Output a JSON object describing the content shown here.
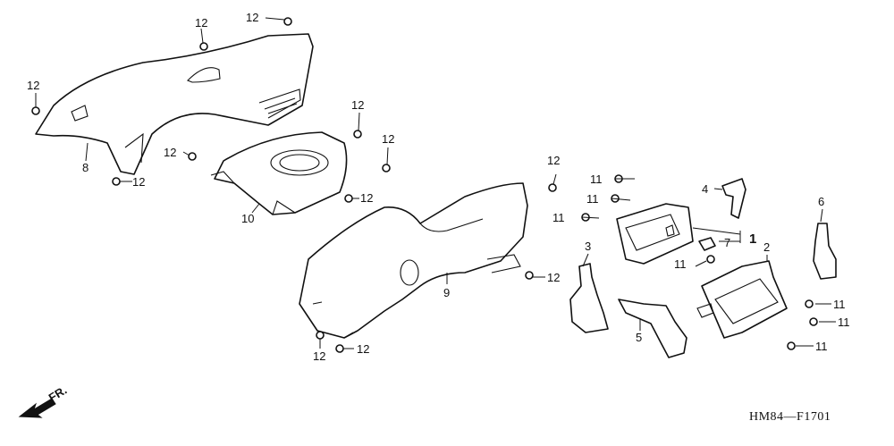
{
  "diagram": {
    "code": "HM84—F1701",
    "direction_label": "FR.",
    "callouts": [
      {
        "id": "c12a",
        "text": "12"
      },
      {
        "id": "c12b",
        "text": "12"
      },
      {
        "id": "c12c",
        "text": "12"
      },
      {
        "id": "c12d",
        "text": "12"
      },
      {
        "id": "c12e",
        "text": "12"
      },
      {
        "id": "c12f",
        "text": "12"
      },
      {
        "id": "c12g",
        "text": "12"
      },
      {
        "id": "c12h",
        "text": "12"
      },
      {
        "id": "c12i",
        "text": "12"
      },
      {
        "id": "c12j",
        "text": "12"
      },
      {
        "id": "c12k",
        "text": "12"
      },
      {
        "id": "c12l",
        "text": "12"
      },
      {
        "id": "c8",
        "text": "8"
      },
      {
        "id": "c10",
        "text": "10"
      },
      {
        "id": "c9",
        "text": "9"
      },
      {
        "id": "c11a",
        "text": "11"
      },
      {
        "id": "c11b",
        "text": "11"
      },
      {
        "id": "c11c",
        "text": "11"
      },
      {
        "id": "c11d",
        "text": "11"
      },
      {
        "id": "c11e",
        "text": "11"
      },
      {
        "id": "c11f",
        "text": "11"
      },
      {
        "id": "c11g",
        "text": "11"
      },
      {
        "id": "c4",
        "text": "4"
      },
      {
        "id": "c7",
        "text": "7"
      },
      {
        "id": "c1",
        "text": "1"
      },
      {
        "id": "c6",
        "text": "6"
      },
      {
        "id": "c3",
        "text": "3"
      },
      {
        "id": "c2",
        "text": "2"
      },
      {
        "id": "c5",
        "text": "5"
      }
    ]
  }
}
